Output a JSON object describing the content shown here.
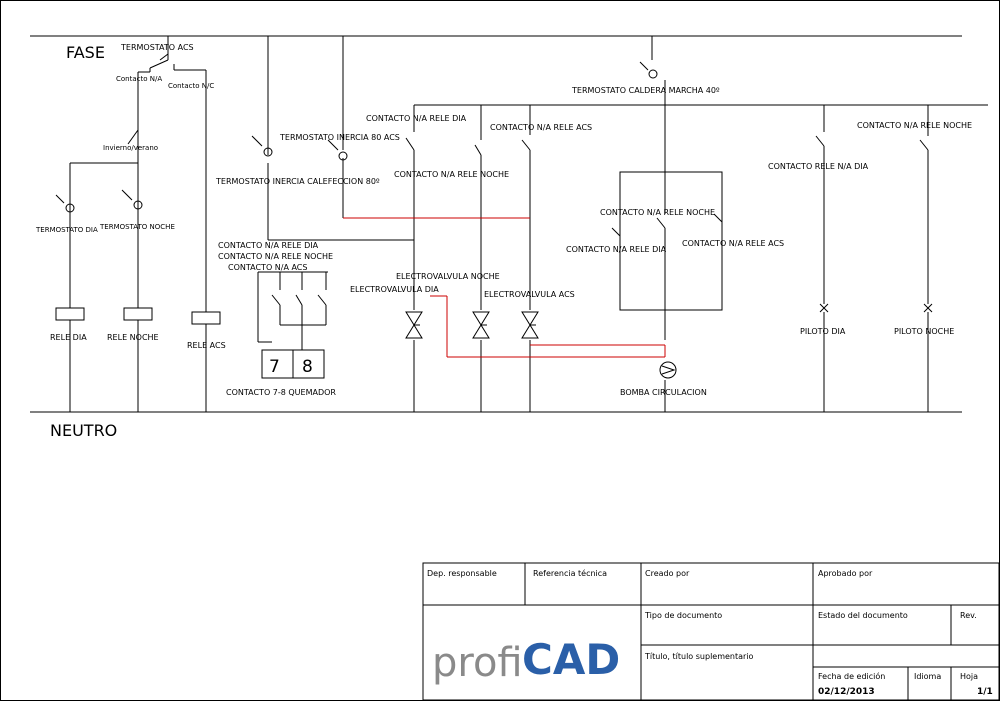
{
  "rails": {
    "fase": "FASE",
    "neutro": "NEUTRO"
  },
  "labels": {
    "termostato_acs": "TERMOSTATO ACS",
    "contacto_na": "Contacto N/A",
    "contacto_nc": "Contacto N/C",
    "invierno_verano": "Invierno/verano",
    "termostato_dia": "TERMOSTATO DIA",
    "termostato_noche": "TERMOSTATO NOCHE",
    "rele_dia": "RELE DIA",
    "rele_noche": "RELE NOCHE",
    "rele_acs": "RELE ACS",
    "termostato_inercia_80_acs": "TERMOSTATO INERCIA 80 ACS",
    "termostato_inercia_calefeccion": "TERMOSTATO INERCIA CALEFECCION 80º",
    "contacto_na_rele_dia_a": "CONTACTO N/A RELE DIA",
    "contacto_na_rele_noche_a": "CONTACTO N/A RELE NOCHE",
    "contacto_na_acs": "CONTACTO N/A ACS",
    "contacto_7_8": "CONTACTO 7-8 QUEMADOR",
    "digit_7": "7",
    "digit_8": "8",
    "contacto_na_rele_dia_b": "CONTACTO N/A RELE DIA",
    "contacto_na_rele_acs_b": "CONTACTO N/A RELE ACS",
    "contacto_na_rele_noche_b": "CONTACTO N/A RELE NOCHE",
    "electrovalvula_noche": "ELECTROVALVULA NOCHE",
    "electrovalvula_dia": "ELECTROVALVULA DIA",
    "electrovalvula_acs": "ELECTROVALVULA ACS",
    "termostato_caldera": "TERMOSTATO CALDERA MARCHA 40º",
    "contacto_na_rele_noche_c": "CONTACTO N/A RELE NOCHE",
    "contacto_na_rele_dia_c": "CONTACTO N/A RELE DIA",
    "contacto_na_rele_acs_c": "CONTACTO N/A RELE ACS",
    "bomba": "BOMBA CIRCULACION",
    "contacto_rele_na_dia": "CONTACTO RELE N/A DIA",
    "contacto_na_rele_noche_d": "CONTACTO N/A RELE NOCHE",
    "piloto_dia": "PILOTO DIA",
    "piloto_noche": "PILOTO NOCHE"
  },
  "title_block": {
    "dep_responsable": "Dep. responsable",
    "referencia_tecnica": "Referencia técnica",
    "creado_por": "Creado por",
    "aprobado_por": "Aprobado por",
    "tipo_documento": "Tipo de documento",
    "estado_documento": "Estado del documento",
    "rev": "Rev.",
    "titulo": "Título, título suplementario",
    "fecha_label": "Fecha de edición",
    "fecha_value": "02/12/2013",
    "idioma": "Idioma",
    "hoja_label": "Hoja",
    "hoja_value": "1/1",
    "logo_profi": "profi",
    "logo_cad": "CAD"
  },
  "colors": {
    "wire": "#000000",
    "wire_highlight": "#cc0000",
    "logo_gray": "#8a8a8a",
    "logo_blue": "#2a5fa8"
  }
}
